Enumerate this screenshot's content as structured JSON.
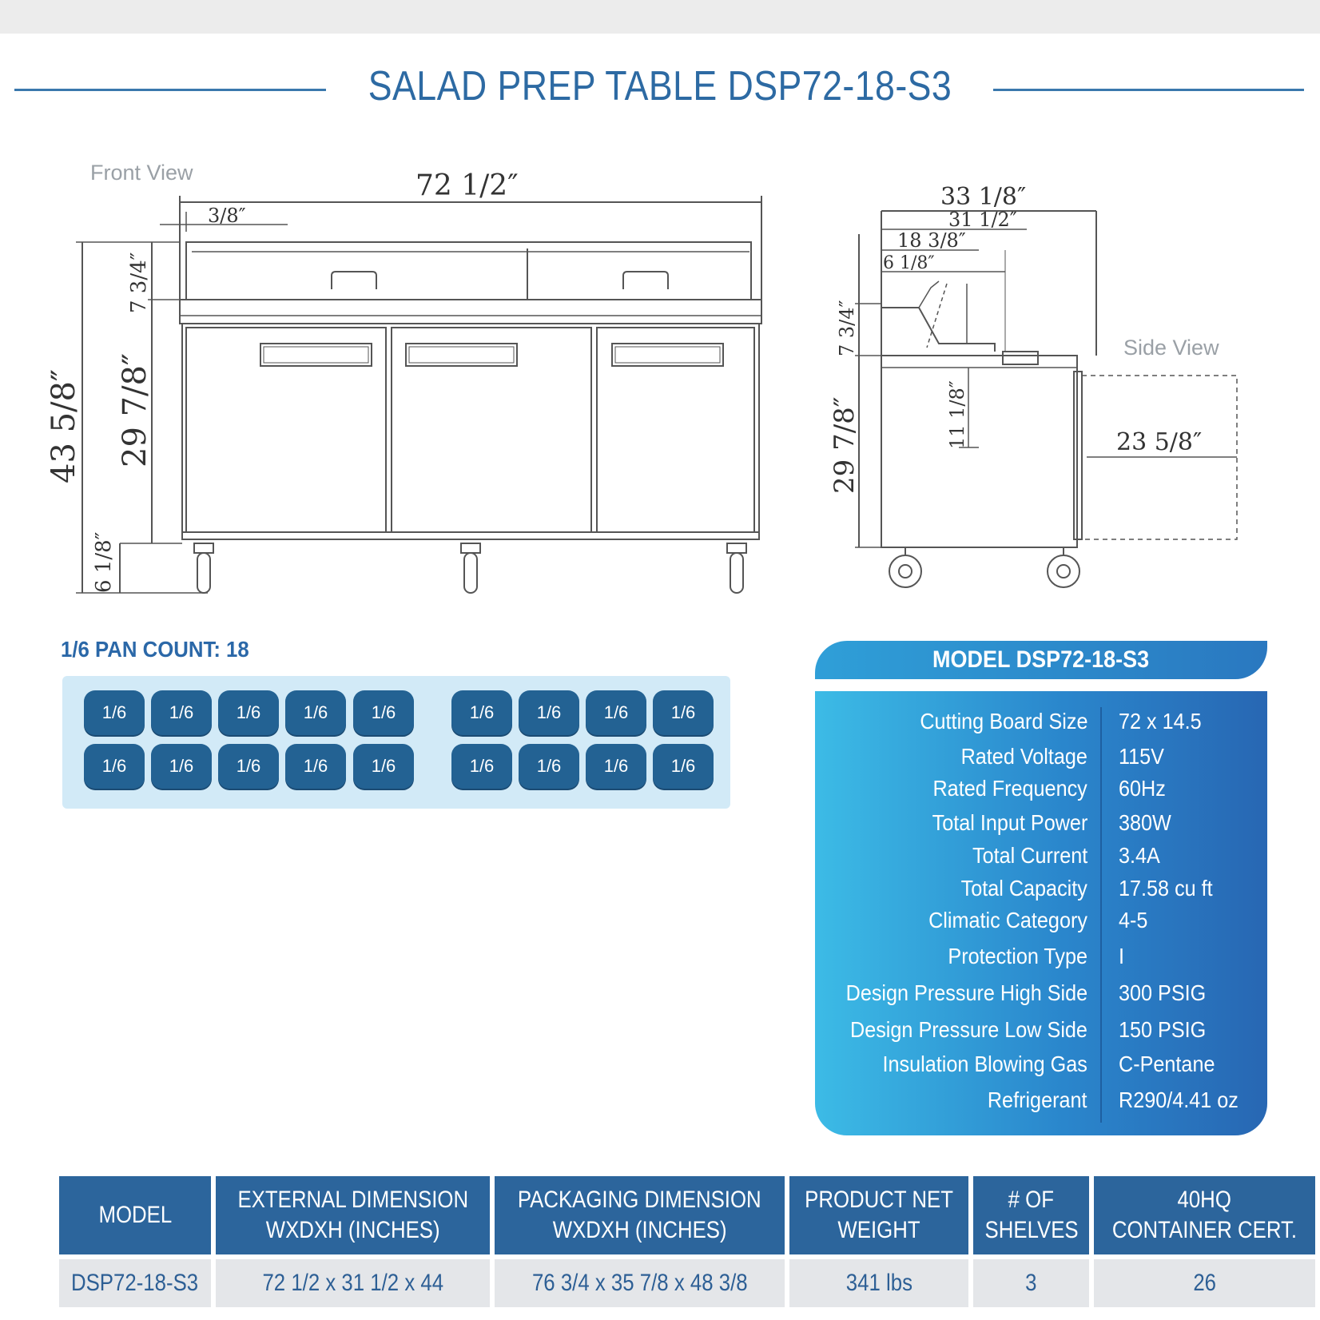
{
  "title": "SALAD PREP TABLE DSP72-18-S3",
  "front_view": {
    "label": "Front View",
    "dims": {
      "width": "72  1/2″",
      "offset": "3/8″",
      "top_height": "7 3/4″",
      "total_height": "43  5/8″",
      "body_height": "29  7/8″",
      "leg_height": "6 1/8″"
    }
  },
  "side_view": {
    "label": "Side View",
    "dims": {
      "overall_depth": "33  1/8″",
      "depth_2": "31  1/2″",
      "depth_3": "18  3/8″",
      "depth_4": "6 1/8″",
      "top_height": "7 3/4″",
      "body_height": "29  7/8″",
      "inner_height": "11 1/8″",
      "door_swing": "23  5/8″"
    }
  },
  "pan_count": {
    "title": "1/6 PAN COUNT: 18",
    "pan_label": "1/6",
    "rows": [
      [
        "1/6",
        "1/6",
        "1/6",
        "1/6",
        "1/6",
        "1/6",
        "1/6",
        "1/6",
        "1/6"
      ],
      [
        "1/6",
        "1/6",
        "1/6",
        "1/6",
        "1/6",
        "1/6",
        "1/6",
        "1/6",
        "1/6"
      ]
    ]
  },
  "spec_panel": {
    "header": "MODEL DSP72-18-S3",
    "rows": [
      {
        "label": "Cutting Board Size",
        "value": "72 x 14.5"
      },
      {
        "label": "Rated  Voltage",
        "value": "115V"
      },
      {
        "label": "Rated  Frequency",
        "value": "60Hz"
      },
      {
        "label": "Total Input Power",
        "value": "380W"
      },
      {
        "label": "Total Current",
        "value": "3.4A"
      },
      {
        "label": "Total Capacity",
        "value": "17.58 cu ft"
      },
      {
        "label": "Climatic Category",
        "value": "4-5"
      },
      {
        "label": "Protection Type",
        "value": "I"
      },
      {
        "label": "Design Pressure High Side",
        "value": "300 PSIG"
      },
      {
        "label": "Design Pressure Low Side",
        "value": "150 PSIG"
      },
      {
        "label": "Insulation Blowing Gas",
        "value": "C-Pentane"
      },
      {
        "label": "Refrigerant",
        "value": "R290/4.41 oz"
      }
    ]
  },
  "summary_table": {
    "headers": [
      [
        "MODEL",
        ""
      ],
      [
        "EXTERNAL DIMENSION",
        "WXDXH (INCHES)"
      ],
      [
        "PACKAGING DIMENSION",
        "WXDXH (INCHES)"
      ],
      [
        "PRODUCT NET",
        "WEIGHT"
      ],
      [
        "# OF",
        "SHELVES"
      ],
      [
        "40HQ",
        "CONTAINER CERT."
      ]
    ],
    "row": [
      "DSP72-18-S3",
      "72 1/2 x 31 1/2 x 44",
      "76 3/4 x 35 7/8 x 48 3/8",
      "341 lbs",
      "3",
      "26"
    ]
  },
  "colors": {
    "title_blue": "#2d6aa3",
    "pan_blue": "#236293",
    "pan_bg": "#d2eaf7",
    "table_header": "#2c659c",
    "table_cell": "#e4e6e9",
    "spec_gradient_start": "#3cbbe6",
    "spec_gradient_end": "#2867b3"
  }
}
